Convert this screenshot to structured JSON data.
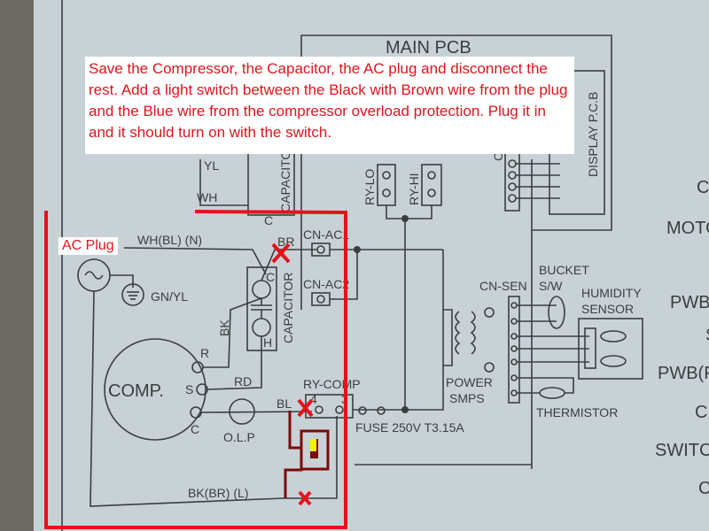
{
  "annotation": {
    "note": "Save the Compressor, the Capacitor, the AC plug and disconnect the rest.  Add a light switch between the Black with Brown wire from the plug and the Blue wire from the compressor overload protection.  Plug it in and it should turn on with the switch.",
    "ac_plug_label": "AC Plug",
    "mark_color": "#e8111a",
    "switch_color": "#7a0a0a",
    "switch_highlight": "#f5f500"
  },
  "diagram": {
    "main_pcb": "MAIN PCB",
    "display_pcb": "DISPLAY P.C.B",
    "capacitor_top": "CAPACITOR",
    "capacitor": "CAPACITOR",
    "yl": "YL",
    "wh": "WH",
    "c_top": "C",
    "wh_bl_n": "WH(BL) (N)",
    "br": "BR",
    "gn_yl": "GN/YL",
    "cn_ac1": "CN-AC1",
    "cn_ac2": "CN-AC2",
    "bk": "BK",
    "cap_c": "C",
    "cap_h": "H",
    "comp": "COMP.",
    "r": "R",
    "s": "S",
    "c": "C",
    "rd": "RD",
    "bl": "BL",
    "olp": "O.L.P",
    "ry_comp": "RY-COMP",
    "ry_comp_4": "4",
    "ry_comp_3": "3",
    "fuse": "FUSE 250V T3.15A",
    "bk_br_l": "BK(BR) (L)",
    "ry_lo": "RY-LO",
    "ry_hi": "RY-HI",
    "power_smps_1": "POWER",
    "power_smps_2": "SMPS",
    "cn_sen": "CN-SEN",
    "bucket_1": "BUCKET",
    "bucket_2": "S/W",
    "humidity_1": "HUMIDITY",
    "humidity_2": "SENSOR",
    "thermistor": "THERMISTOR",
    "cn_c": "C",
    "side_labels": [
      "C",
      "MOTO",
      "PWB",
      "S",
      "PWB(F",
      "C",
      "SWITC",
      "C"
    ]
  }
}
